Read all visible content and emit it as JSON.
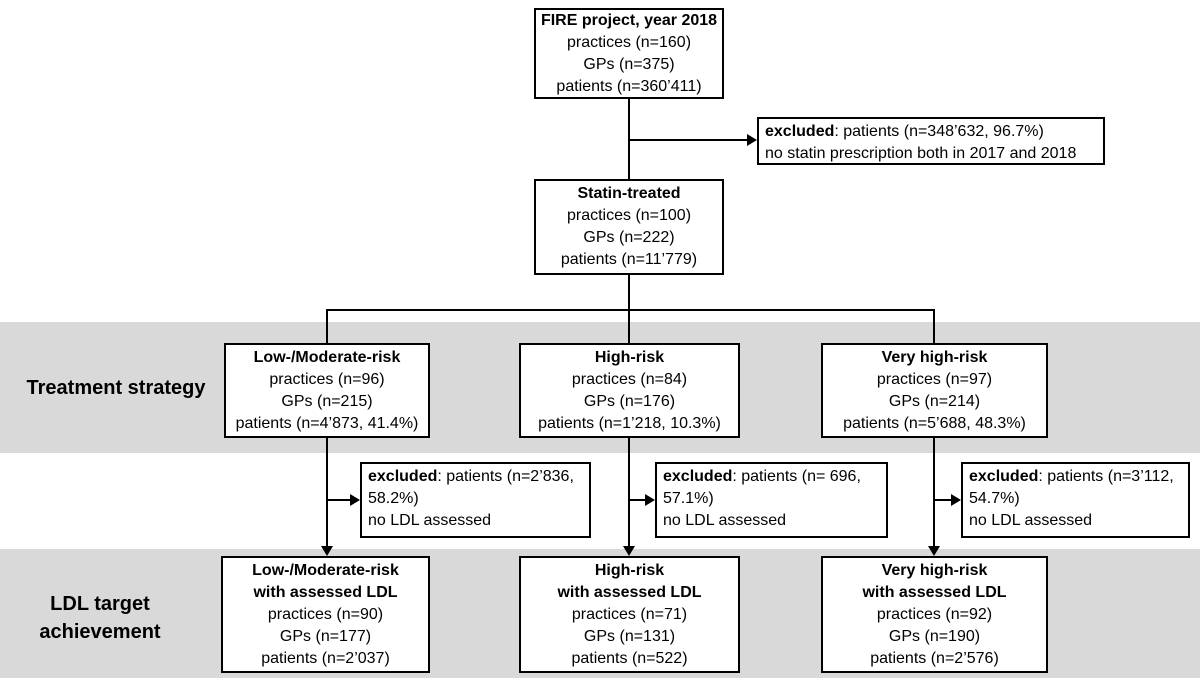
{
  "diagram": {
    "colors": {
      "band_gray": "#d9d9d9",
      "box_border": "#000000",
      "box_bg": "#ffffff",
      "text": "#000000"
    },
    "row_labels": {
      "treatment_strategy": "Treatment strategy",
      "ldl_target_line1": "LDL target",
      "ldl_target_line2": "achievement"
    },
    "nodes": {
      "fire": {
        "title": "FIRE project, year 2018",
        "lines": [
          "practices (n=160)",
          "GPs (n=375)",
          "patients (n=360’411)"
        ]
      },
      "statin": {
        "title": "Statin-treated",
        "lines": [
          "practices (n=100)",
          "GPs (n=222)",
          "patients (n=11’779)"
        ]
      },
      "low_mod": {
        "title": "Low-/Moderate-risk",
        "lines": [
          "practices (n=96)",
          "GPs (n=215)",
          "patients (n=4’873, 41.4%)"
        ]
      },
      "high": {
        "title": "High-risk",
        "lines": [
          "practices (n=84)",
          "GPs (n=176)",
          "patients (n=1’218, 10.3%)"
        ]
      },
      "very_high": {
        "title": "Very high-risk",
        "lines": [
          "practices (n=97)",
          "GPs (n=214)",
          "patients (n=5’688, 48.3%)"
        ]
      },
      "low_mod_ldl": {
        "title_line1": "Low-/Moderate-risk",
        "title_line2": "with assessed LDL",
        "lines": [
          "practices (n=90)",
          "GPs (n=177)",
          "patients (n=2’037)"
        ]
      },
      "high_ldl": {
        "title_line1": "High-risk",
        "title_line2": "with assessed LDL",
        "lines": [
          "practices (n=71)",
          "GPs (n=131)",
          "patients (n=522)"
        ]
      },
      "very_high_ldl": {
        "title_line1": "Very high-risk",
        "title_line2": "with assessed LDL",
        "lines": [
          "practices (n=92)",
          "GPs (n=190)",
          "patients (n=2’576)"
        ]
      }
    },
    "exclusions": {
      "statin": {
        "bold": "excluded",
        "rest": ": patients (n=348’632, 96.7%)",
        "line2": "no statin prescription both in 2017 and 2018"
      },
      "low_mod": {
        "bold": "excluded",
        "rest": ": patients (n=2’836,",
        "line2": "58.2%)",
        "line3": "no LDL assessed"
      },
      "high": {
        "bold": "excluded",
        "rest": ": patients (n= 696,",
        "line2": "57.1%)",
        "line3": "no LDL assessed"
      },
      "very_high": {
        "bold": "excluded",
        "rest": ": patients (n=3’112,",
        "line2": "54.7%)",
        "line3": "no LDL assessed"
      }
    }
  }
}
